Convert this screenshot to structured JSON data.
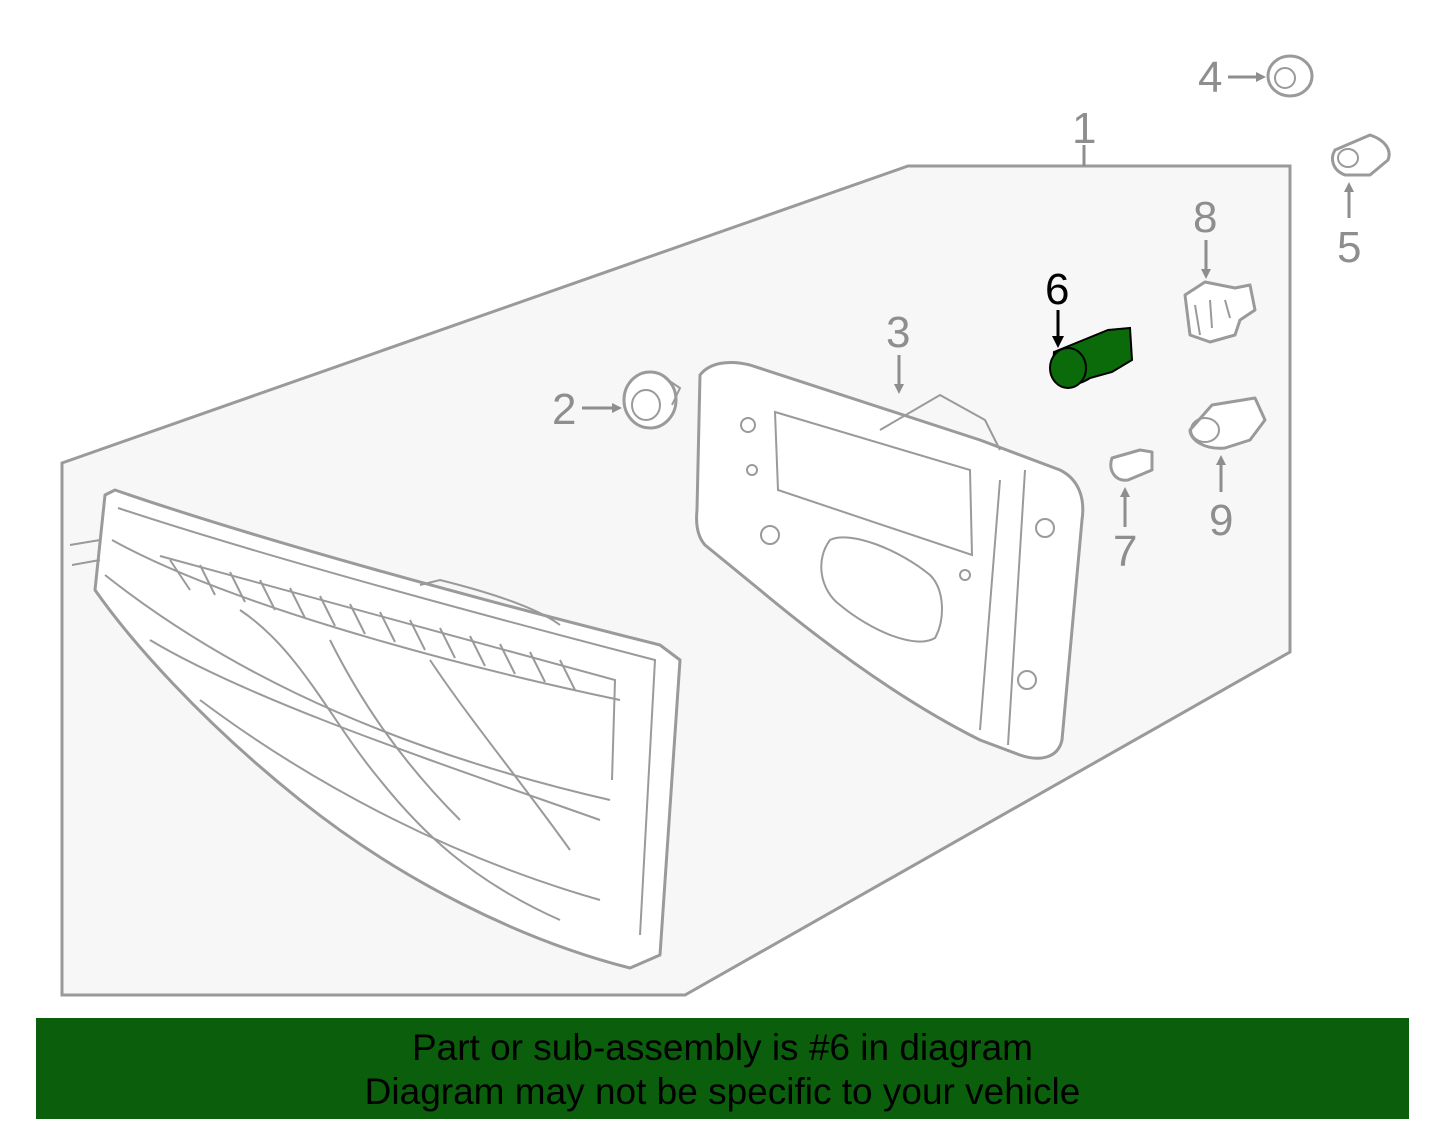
{
  "diagram": {
    "callouts": {
      "c1": "1",
      "c2": "2",
      "c3": "3",
      "c4": "4",
      "c5": "5",
      "c6": "6",
      "c7": "7",
      "c8": "8",
      "c9": "9"
    },
    "highlighted_part": "6",
    "colors": {
      "highlight": "#0b6b0b",
      "banner": "#0b5e0b",
      "line": "#9a9a9a",
      "panel": "#f7f7f7"
    }
  },
  "banner": {
    "line1": "Part or sub-assembly is #6 in diagram",
    "line2": "Diagram may not be specific to your vehicle"
  }
}
